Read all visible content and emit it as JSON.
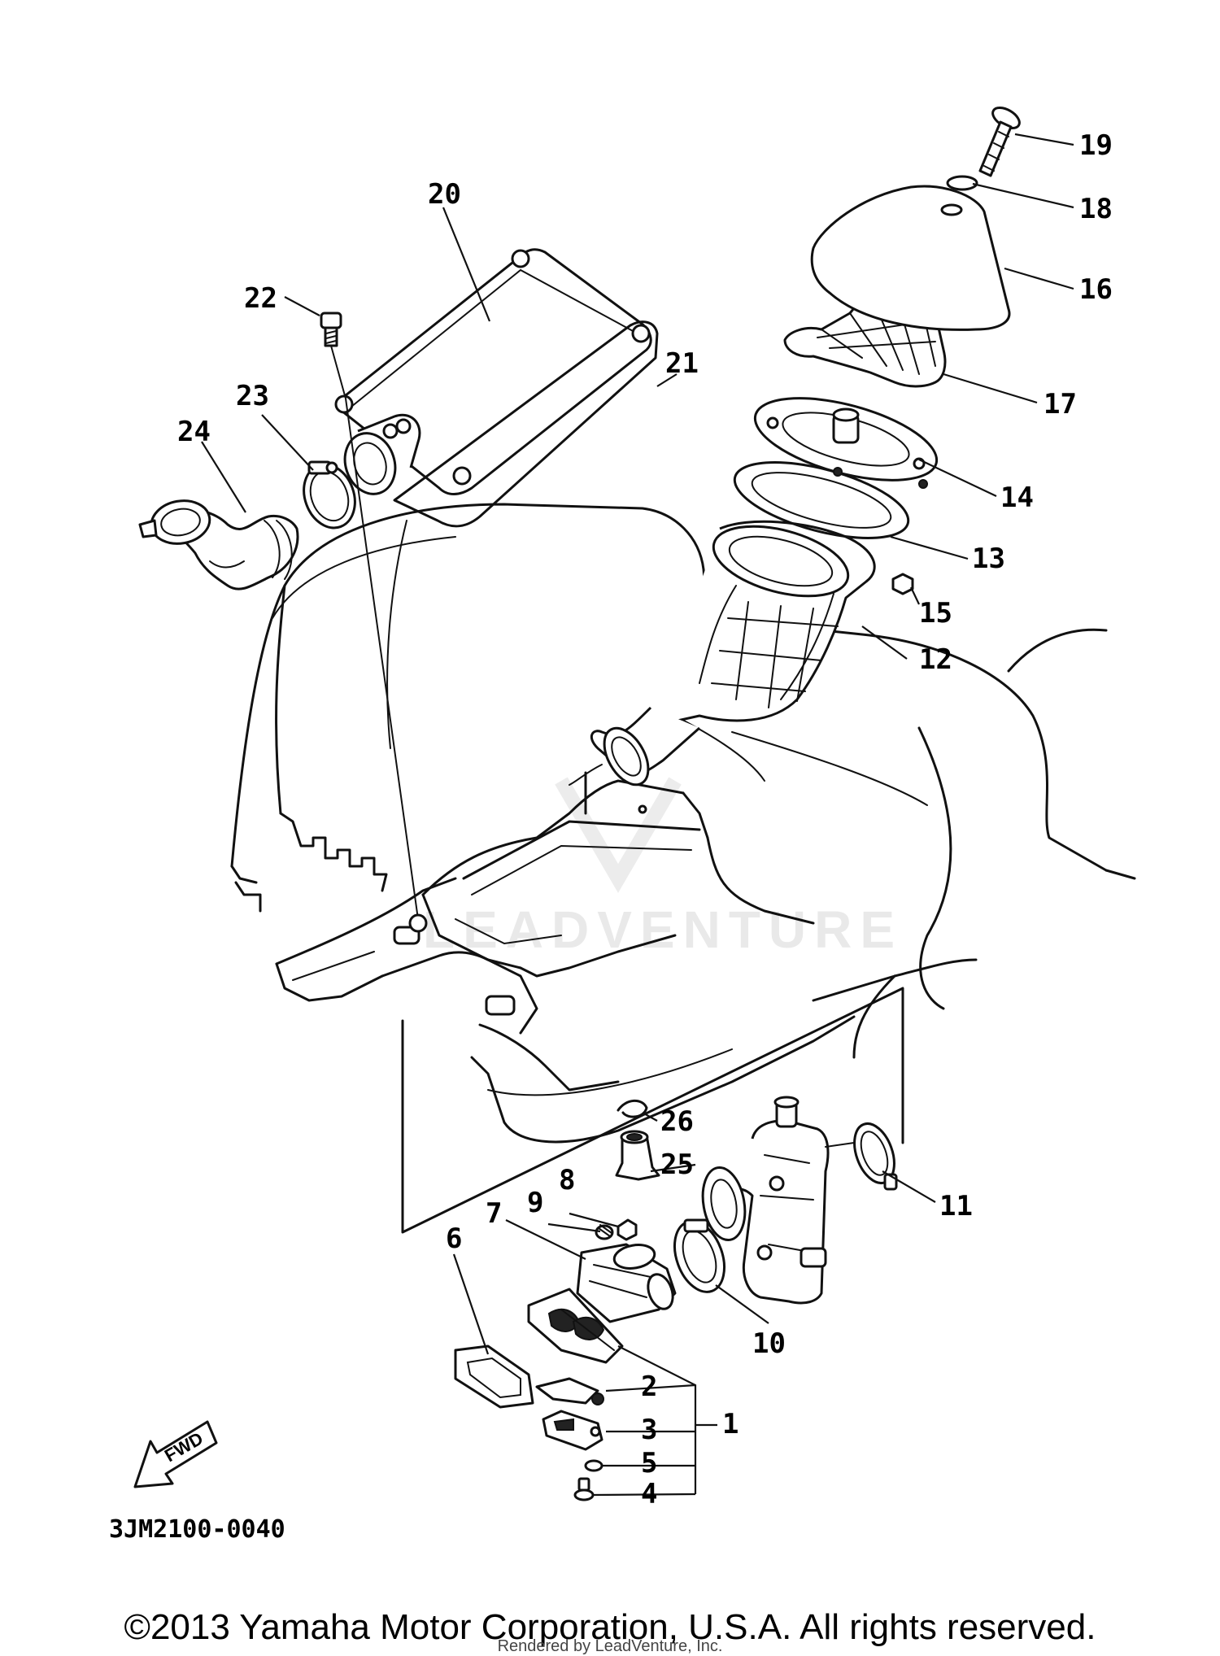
{
  "diagram_code": "3JM2100-0040",
  "fwd_label": "FWD",
  "watermark": "LEADVENTURE",
  "copyright": "©2013 Yamaha Motor Corporation, U.S.A. All rights reserved.",
  "rendered_by": "Rendered by LeadVenture, Inc.",
  "callouts": [
    "1",
    "2",
    "3",
    "4",
    "5",
    "6",
    "7",
    "8",
    "9",
    "10",
    "11",
    "12",
    "13",
    "14",
    "15",
    "16",
    "17",
    "18",
    "19",
    "20",
    "21",
    "22",
    "23",
    "24",
    "25",
    "26"
  ]
}
